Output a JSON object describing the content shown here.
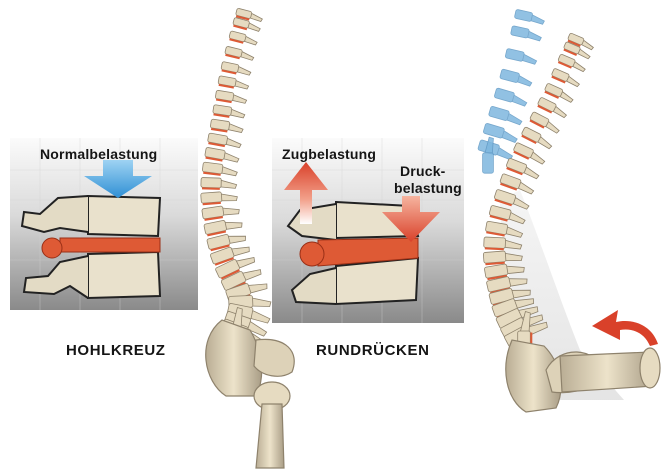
{
  "labels": {
    "normal_load": "Normalbelastung",
    "tensile_load": "Zugbelastung",
    "pressure_load_line1": "Druck-",
    "pressure_load_line2": "belastung",
    "hollow_back": "HOHLKREUZ",
    "round_back": "RUNDRÜCKEN"
  },
  "colors": {
    "bone": "#e6dbc1",
    "bone_shadow": "#a99d86",
    "disc": "#de5a35",
    "arrow_blue": "#3f9fdc",
    "arrow_red": "#d9412a",
    "ghost_spine": "#7eb7df",
    "panel_top": "#fbfbfb",
    "panel_bottom": "#8a8a8a"
  },
  "icons": {
    "normal_load_arrow": "arrow-down-blue-icon",
    "tensile_load_arrow": "arrow-up-red-icon",
    "pressure_load_arrow": "arrow-down-red-icon",
    "pelvis_rotation_arrow": "curved-arrow-left-red-icon"
  }
}
